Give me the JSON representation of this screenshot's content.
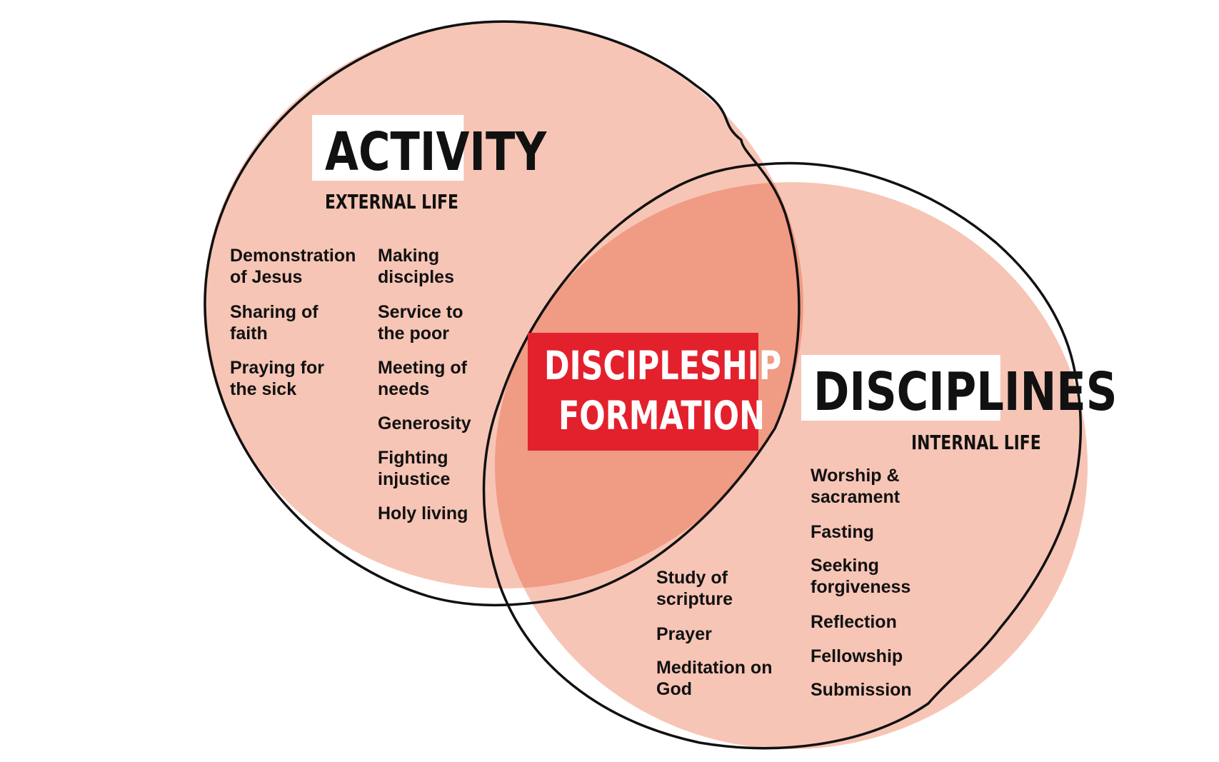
{
  "colors": {
    "circle_fill": "#f7c5b5",
    "overlap_fill": "#f09b83",
    "outline": "#111111",
    "center_box": "#e3212d",
    "label_bg": "#ffffff"
  },
  "activity": {
    "title": "ACTIVITY",
    "subtitle": "EXTERNAL LIFE",
    "items_left": [
      "Demonstration\nof Jesus",
      "Sharing of\nfaith",
      "Praying for\nthe sick"
    ],
    "items_right": [
      "Making\ndisciples",
      "Service to\nthe poor",
      "Meeting of\nneeds",
      "Generosity",
      "Fighting\ninjustice",
      "Holy living"
    ]
  },
  "center": {
    "line1": "DISCIPLESHIP",
    "line2": "FORMATION"
  },
  "disciplines": {
    "title": "DISCIPLINES",
    "subtitle": "INTERNAL LIFE",
    "items_left": [
      "Study of\nscripture",
      "Prayer",
      "Meditation on\nGod"
    ],
    "items_right": [
      "Worship &\nsacrament",
      "Fasting",
      "Seeking\nforgiveness",
      "Reflection",
      "Fellowship",
      "Submission"
    ]
  }
}
